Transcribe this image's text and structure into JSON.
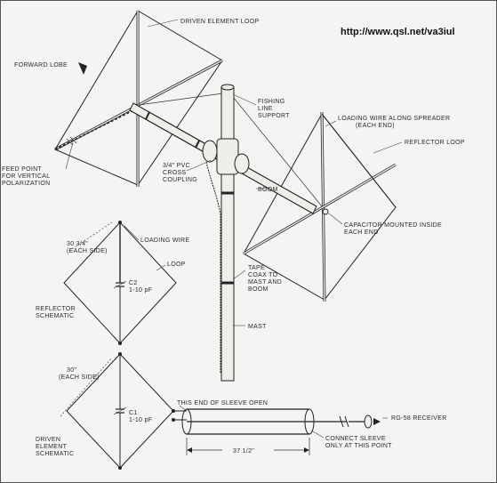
{
  "url": "http://www.qsl.net/va3iul",
  "labels": {
    "driven_element_loop": "DRIVEN ELEMENT LOOP",
    "forward_lobe": "FORWARD LOBE",
    "fishing_line_1": "FISHING",
    "fishing_line_2": "LINE",
    "fishing_line_3": "SUPPORT",
    "loading_wire_spreader_1": "LOADING WIRE ALONG SPREADER",
    "loading_wire_spreader_2": "(EACH END)",
    "reflector_loop": "REFLECTOR LOOP",
    "feed_point_1": "FEED POINT",
    "feed_point_2": "FOR VERTICAL",
    "feed_point_3": "POLARIZATION",
    "pvc_1": "3/4\" PVC",
    "pvc_2": "CROSS",
    "pvc_3": "COUPLING",
    "boom": "BOOM",
    "capacitor_1": "CAPACITOR MOUNTED INSIDE",
    "capacitor_2": "EACH END",
    "refl_side_1": "30 3/4\"",
    "refl_side_2": "(EACH SIDE)",
    "loading_wire": "LOADING WIRE",
    "loop": "LOOP",
    "c2_1": "C2",
    "c2_2": "1-10 pF",
    "reflector_schematic_1": "REFLECTOR",
    "reflector_schematic_2": "SCHEMATIC",
    "tape_1": "TAPE",
    "tape_2": "COAX TO",
    "tape_3": "MAST AND",
    "tape_4": "BOOM",
    "mast": "MAST",
    "driven_side_1": "30\"",
    "driven_side_2": "(EACH SIDE)",
    "c1_1": "C1",
    "c1_2": "1-10 pF",
    "sleeve_open": "THIS END OF SLEEVE OPEN",
    "rg58": "RG-58 RECEIVER",
    "sleeve_length": "37 1/2\"",
    "connect_1": "CONNECT SLEEVE",
    "connect_2": "ONLY AT THIS POINT",
    "driven_schematic_1": "DRIVEN",
    "driven_schematic_2": "ELEMENT",
    "driven_schematic_3": "SCHEMATIC"
  }
}
